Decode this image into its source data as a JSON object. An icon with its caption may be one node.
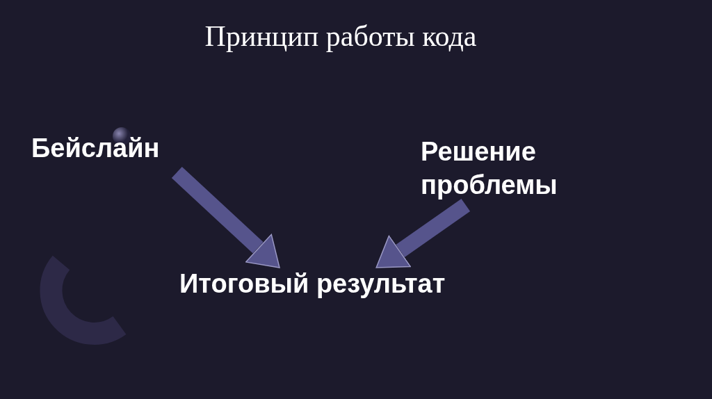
{
  "diagram": {
    "title": "Принцип работы кода",
    "nodes": [
      {
        "text": [
          "Бейслайн"
        ]
      },
      {
        "text": [
          "Решение проблемы"
        ]
      },
      {
        "text": [
          "Итоговый результат"
        ]
      }
    ],
    "edges": [
      {
        "from": 0,
        "to": 2,
        "arrow": "to"
      },
      {
        "from": 1,
        "to": 2,
        "arrow": "to"
      }
    ]
  }
}
